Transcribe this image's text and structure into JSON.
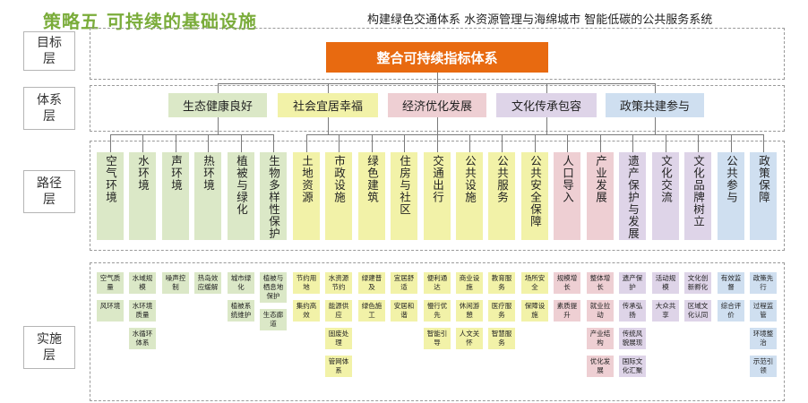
{
  "title": "策略五 可持续的基础设施",
  "subtitle": "构建绿色交通体系  水资源管理与海绵城市    智能低碳的公共服务系统",
  "layers": [
    "目标层",
    "体系层",
    "路径层",
    "实施层"
  ],
  "goal": "整合可持续指标体系",
  "systems": [
    {
      "label": "生态健康良好",
      "color": "#dbe8c7"
    },
    {
      "label": "社会宜居幸福",
      "color": "#f2f2a8"
    },
    {
      "label": "经济优化发展",
      "color": "#eecfd3"
    },
    {
      "label": "文化传承包容",
      "color": "#ded4e8"
    },
    {
      "label": "政策共建参与",
      "color": "#cfdff0"
    }
  ],
  "columns": [
    {
      "label": "空气环境",
      "items": [
        "空气质量",
        "风环境"
      ]
    },
    {
      "label": "水环境",
      "items": [
        "水域规模",
        "水环境质量",
        "水循环体系"
      ]
    },
    {
      "label": "声环境",
      "items": [
        "噪声控制"
      ]
    },
    {
      "label": "热环境",
      "items": [
        "热岛效应缓解"
      ]
    },
    {
      "label": "植被与绿化",
      "items": [
        "城市绿化",
        "植被系统维护"
      ]
    },
    {
      "label": "生物多样性保护",
      "items": [
        "植被与栖息地保护",
        "生态廊道"
      ]
    },
    {
      "label": "土地资源",
      "items": [
        "节约用地",
        "集约高效"
      ]
    },
    {
      "label": "市政设施",
      "items": [
        "水资源节约",
        "能源供应",
        "固废处理",
        "管网体系"
      ]
    },
    {
      "label": "绿色建筑",
      "items": [
        "绿建普及",
        "绿色施工"
      ]
    },
    {
      "label": "住房与社区",
      "items": [
        "宜居舒适",
        "安居和谐"
      ]
    },
    {
      "label": "交通出行",
      "items": [
        "便利通达",
        "慢行优先",
        "智能引导"
      ]
    },
    {
      "label": "公共设施",
      "items": [
        "商业设施",
        "休闲游憩",
        "人文关怀"
      ]
    },
    {
      "label": "公共服务",
      "items": [
        "教育服务",
        "医疗服务",
        "智慧服务"
      ]
    },
    {
      "label": "公共安全保障",
      "items": [
        "场所安全",
        "保障设施"
      ]
    },
    {
      "label": "人口导入",
      "items": [
        "规模增长",
        "素质提升"
      ]
    },
    {
      "label": "产业发展",
      "items": [
        "整体增长",
        "就业拉动",
        "产业结构",
        "优化发展"
      ]
    },
    {
      "label": "遗产保护与发展",
      "items": [
        "遗产保护",
        "传承弘扬",
        "传统风貌展现",
        "国际文化汇聚"
      ]
    },
    {
      "label": "文化交流",
      "items": [
        "活动规模",
        "大众共享"
      ]
    },
    {
      "label": "文化品牌树立",
      "items": [
        "文化创新孵化",
        "区域文化认同"
      ]
    },
    {
      "label": "公共参与",
      "items": [
        "有效监督",
        "综合评价"
      ]
    },
    {
      "label": "政策保障",
      "items": [
        "政策先行",
        "过程监管",
        "环境整治",
        "示范引领"
      ]
    }
  ]
}
